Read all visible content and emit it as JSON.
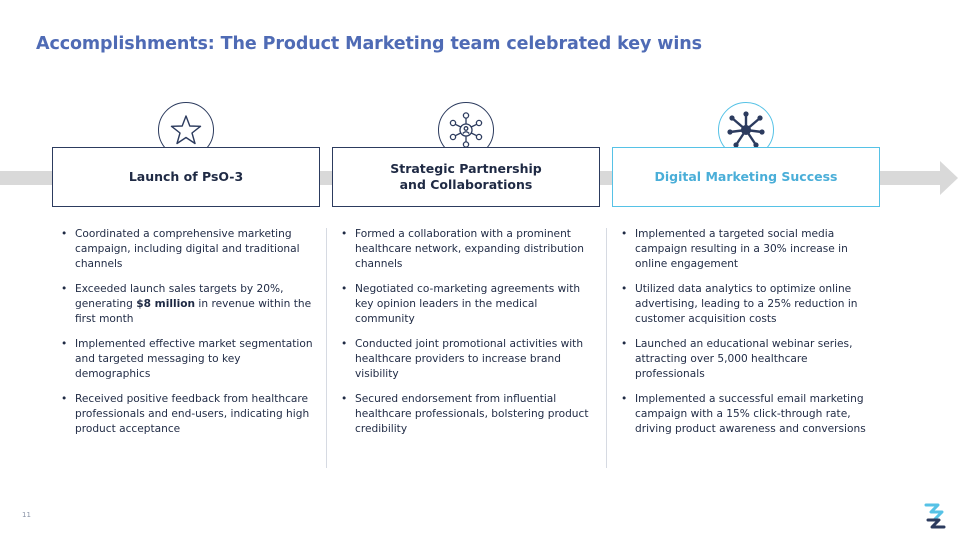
{
  "title": "Accomplishments: The Product Marketing team celebrated key wins",
  "page_number": "11",
  "colors": {
    "title": "#4f6bb5",
    "dark": "#2c3b5e",
    "accent": "#56c2e6",
    "arrow": "#d9d9d9"
  },
  "columns": [
    {
      "icon": "star-icon",
      "heading": "Launch of PsO-3",
      "bullets": [
        {
          "pre": "Coordinated a comprehensive marketing campaign, including digital and traditional channels",
          "bold": "",
          "post": ""
        },
        {
          "pre": "Exceeded launch sales targets by 20%, generating ",
          "bold": "$8 million",
          "post": " in revenue within the first month"
        },
        {
          "pre": "Implemented effective market segmentation and targeted messaging to key demographics",
          "bold": "",
          "post": ""
        },
        {
          "pre": "Received positive feedback from healthcare professionals and end-users, indicating high product acceptance",
          "bold": "",
          "post": ""
        }
      ]
    },
    {
      "icon": "network-icon",
      "heading_line1": "Strategic Partnership",
      "heading_line2": "and Collaborations",
      "bullets": [
        "Formed a collaboration with a prominent healthcare network, expanding distribution channels",
        "Negotiated co-marketing agreements with key opinion leaders in the medical community",
        "Conducted joint promotional activities with healthcare providers to increase brand visibility",
        "Secured endorsement from influential healthcare professionals, bolstering product credibility"
      ]
    },
    {
      "icon": "hands-together-icon",
      "heading": "Digital Marketing Success",
      "bullets": [
        "Implemented a targeted social media campaign resulting in a 30% increase in online engagement",
        "Utilized data analytics to optimize online advertising, leading to a 25% reduction in customer acquisition costs",
        "Launched an educational webinar series, attracting over 5,000 healthcare professionals",
        "Implemented a successful email marketing campaign with a 15% click-through rate, driving product awareness and conversions"
      ]
    }
  ]
}
